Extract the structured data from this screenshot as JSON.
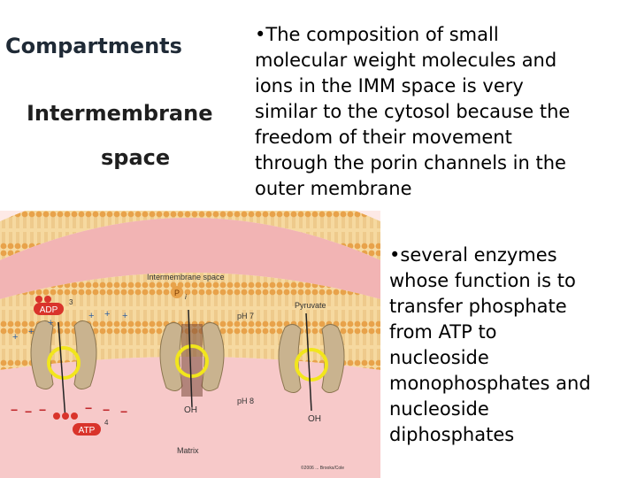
{
  "slide": {
    "heading_compartments": "Compartments",
    "heading_intermembrane": "Intermembrane",
    "heading_space": "space",
    "para1_lines": [
      "•The composition of small",
      "molecular weight molecules and",
      "ions in the IMM space is very",
      "similar to the cytosol because the",
      "freedom of their movement",
      "through the porin channels in the",
      "outer membrane"
    ],
    "para2_lines": [
      "•several enzymes",
      "whose function is to",
      "transfer phosphate",
      "from ATP to",
      "nucleoside",
      "monophosphates and",
      "nucleoside",
      "diphosphates"
    ]
  },
  "diagram": {
    "label_intermembrane": "Intermembrane space",
    "label_adp": "ADP",
    "label_adp_charge": "3",
    "label_atp": "ATP",
    "label_atp_charge": "4",
    "label_pi": "P",
    "label_pi_sub": "i",
    "label_ph7": "pH 7",
    "label_ph8": "pH 8",
    "label_pyruvate": "Pyruvate",
    "label_oh1": "OH",
    "label_oh2": "OH",
    "label_matrix": "Matrix",
    "copyright": "©2006 ... Brooks/Cole",
    "colors": {
      "membrane_head": "#e8a24a",
      "membrane_tail": "#f6d9a0",
      "intermembrane": "#f2b4b4",
      "matrix": "#f7c9c9",
      "protein": "#c9b38f",
      "atp_red": "#d9342b",
      "ring_yellow": "#f2e61c"
    }
  }
}
